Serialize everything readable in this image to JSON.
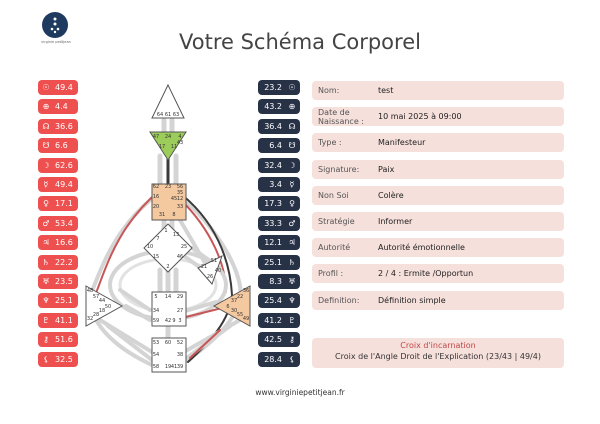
{
  "title": "Votre Schéma Corporel",
  "footer": "www.virginiepetitjean.fr",
  "logo_caption": "virginie petitjean",
  "colors": {
    "personality": "#283247",
    "design": "#ee4f4f",
    "field_bg": "#f6e0dc"
  },
  "design_planets": [
    {
      "icon": "sun-icon",
      "glyph": "☉",
      "value": "49.4"
    },
    {
      "icon": "earth-icon",
      "glyph": "⊕",
      "value": "4.4"
    },
    {
      "icon": "north-node-icon",
      "glyph": "☊",
      "value": "36.6"
    },
    {
      "icon": "south-node-icon",
      "glyph": "☋",
      "value": "6.6"
    },
    {
      "icon": "moon-icon",
      "glyph": "☽",
      "value": "62.6"
    },
    {
      "icon": "mercury-icon",
      "glyph": "☿",
      "value": "49.4"
    },
    {
      "icon": "venus-icon",
      "glyph": "♀",
      "value": "17.1"
    },
    {
      "icon": "mars-icon",
      "glyph": "♂",
      "value": "53.4"
    },
    {
      "icon": "jupiter-icon",
      "glyph": "♃",
      "value": "16.6"
    },
    {
      "icon": "saturn-icon",
      "glyph": "♄",
      "value": "22.2"
    },
    {
      "icon": "uranus-icon",
      "glyph": "♅",
      "value": "23.5"
    },
    {
      "icon": "neptune-icon",
      "glyph": "♆",
      "value": "25.1"
    },
    {
      "icon": "pluto-icon",
      "glyph": "♇",
      "value": "41.1"
    },
    {
      "icon": "chiron-icon",
      "glyph": "⚷",
      "value": "51.6"
    },
    {
      "icon": "lilith-icon",
      "glyph": "⚸",
      "value": "32.5"
    }
  ],
  "personality_planets": [
    {
      "icon": "sun-icon",
      "glyph": "☉",
      "value": "23.2"
    },
    {
      "icon": "earth-icon",
      "glyph": "⊕",
      "value": "43.2"
    },
    {
      "icon": "north-node-icon",
      "glyph": "☊",
      "value": "36.4"
    },
    {
      "icon": "south-node-icon",
      "glyph": "☋",
      "value": "6.4"
    },
    {
      "icon": "moon-icon",
      "glyph": "☽",
      "value": "32.4"
    },
    {
      "icon": "mercury-icon",
      "glyph": "☿",
      "value": "3.4"
    },
    {
      "icon": "venus-icon",
      "glyph": "♀",
      "value": "17.3"
    },
    {
      "icon": "mars-icon",
      "glyph": "♂",
      "value": "33.3"
    },
    {
      "icon": "jupiter-icon",
      "glyph": "♃",
      "value": "12.1"
    },
    {
      "icon": "saturn-icon",
      "glyph": "♄",
      "value": "25.1"
    },
    {
      "icon": "uranus-icon",
      "glyph": "♅",
      "value": "8.3"
    },
    {
      "icon": "neptune-icon",
      "glyph": "♆",
      "value": "25.4"
    },
    {
      "icon": "pluto-icon",
      "glyph": "♇",
      "value": "41.2"
    },
    {
      "icon": "chiron-icon",
      "glyph": "⚷",
      "value": "42.5"
    },
    {
      "icon": "lilith-icon",
      "glyph": "⚸",
      "value": "28.4"
    }
  ],
  "fields": [
    {
      "label": "Nom:",
      "value": "test"
    },
    {
      "label": "Date de Naissance :",
      "value": "10 mai 2025 à 09:00"
    },
    {
      "label": "Type :",
      "value": "Manifesteur"
    },
    {
      "label": "Signature:",
      "value": "Paix"
    },
    {
      "label": "Non Soi",
      "value": "Colère"
    },
    {
      "label": "Stratégie",
      "value": "Informer"
    },
    {
      "label": "Autorité",
      "value": "Autorité émotionnelle"
    },
    {
      "label": "Profil :",
      "value": "2 / 4 : Ermite /Opportun"
    },
    {
      "label": "Definition:",
      "value": "Définition simple"
    }
  ],
  "cross": {
    "label": "Croix d'incarnation",
    "value": "Croix de l'Angle Droit de l'Explication (23/43 | 49/4)"
  },
  "bodygraph": {
    "head_gates": [
      "64",
      "61",
      "63"
    ],
    "ajna_gates": [
      "47",
      "24",
      "4",
      "17",
      "11",
      "43"
    ],
    "throat_gates": [
      "62",
      "23",
      "56",
      "16",
      "20",
      "31",
      "8",
      "33",
      "35",
      "12",
      "45"
    ],
    "g_gates": [
      "1",
      "13",
      "7",
      "25",
      "46",
      "2",
      "15",
      "10"
    ],
    "ego_gates": [
      "21",
      "51",
      "26",
      "40"
    ],
    "spleen_gates": [
      "48",
      "57",
      "44",
      "50",
      "32",
      "28",
      "18"
    ],
    "solar_gates": [
      "36",
      "22",
      "37",
      "6",
      "49",
      "55",
      "30"
    ],
    "sacral_gates": [
      "5",
      "14",
      "29",
      "34",
      "27",
      "59",
      "42",
      "3",
      "9"
    ],
    "root_gates": [
      "53",
      "60",
      "52",
      "54",
      "38",
      "58",
      "19",
      "39",
      "41"
    ]
  }
}
